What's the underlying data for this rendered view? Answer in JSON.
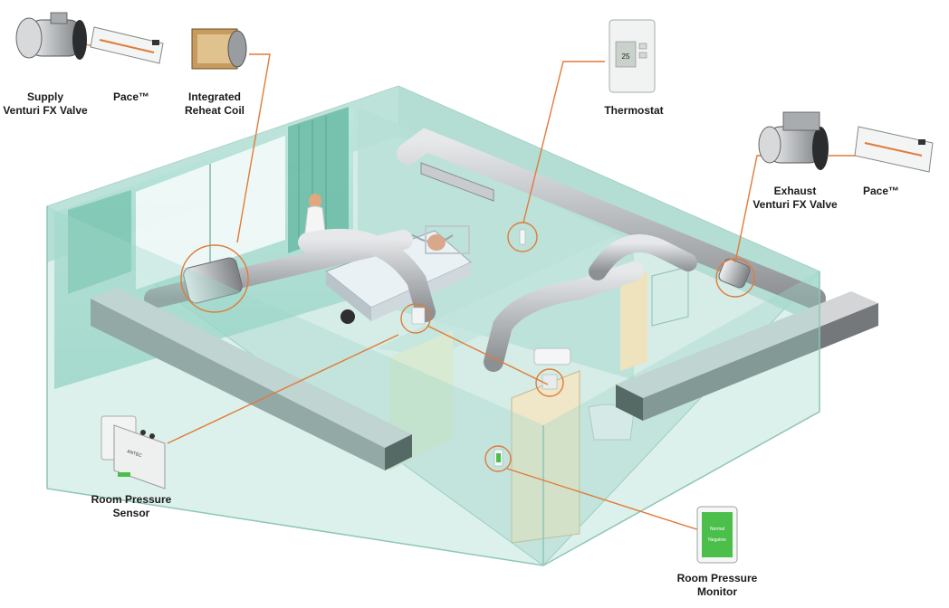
{
  "labels": {
    "supply_valve": [
      "Supply",
      "Venturi FX Valve"
    ],
    "pace_left": [
      "Pace™"
    ],
    "reheat_coil": [
      "Integrated",
      "Reheat Coil"
    ],
    "thermostat": [
      "Thermostat"
    ],
    "exhaust_valve": [
      "Exhaust",
      "Venturi FX Valve"
    ],
    "pace_right": [
      "Pace™"
    ],
    "pressure_sensor": [
      "Room Pressure",
      "Sensor"
    ],
    "pressure_monitor": [
      "Room Pressure",
      "Monitor"
    ]
  },
  "thermostat_display": "25",
  "device_brand": "ANTEC",
  "monitor_screen": {
    "line1": "Normal",
    "line2": "Negative"
  },
  "colors": {
    "callout": "#e07b39",
    "glass": "#a8dcd0",
    "duct": "#b9bcbf",
    "duct_dark": "#6e7073",
    "floor": "#c9e6dc",
    "monitor_green": "#4bbf4a"
  }
}
